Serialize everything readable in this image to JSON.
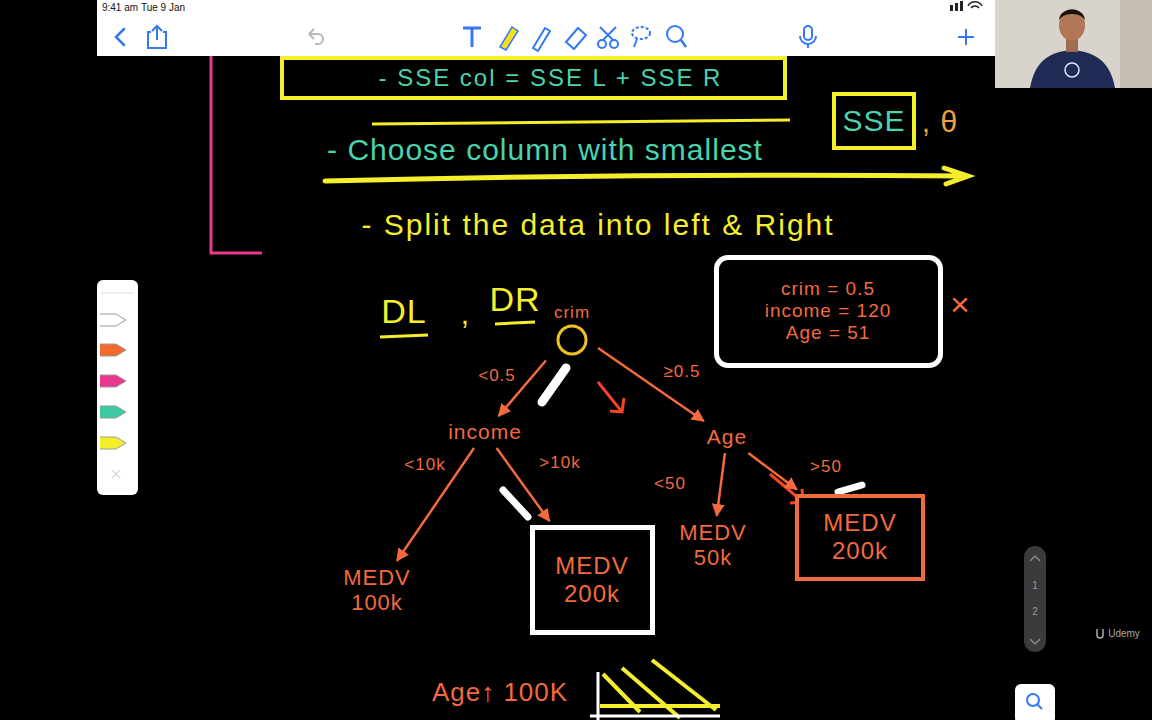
{
  "diagram": {
    "nodes": [
      {
        "text": [
          "- SSE col = SSE L + SSE R"
        ]
      },
      {
        "text": [
          "SSE"
        ]
      },
      {
        "text": [
          "crim = 0.5",
          "income = 120",
          "Age = 51"
        ]
      },
      {
        "text": [
          "crim"
        ]
      },
      {
        "text": [
          "income"
        ]
      },
      {
        "text": [
          "Age"
        ]
      },
      {
        "text": [
          "MEDV 100k"
        ]
      },
      {
        "text": [
          "MEDV 200k"
        ]
      },
      {
        "text": [
          "MEDV 50k"
        ]
      },
      {
        "text": [
          "MEDV 200k"
        ]
      }
    ],
    "edges": [
      {
        "from": 3,
        "to": 4,
        "label": "<0.5",
        "arrow": "to"
      },
      {
        "from": 3,
        "to": 5,
        "label": "≥0.5",
        "arrow": "to"
      },
      {
        "from": 4,
        "to": 6,
        "label": "<10k",
        "arrow": "to"
      },
      {
        "from": 4,
        "to": 7,
        "label": ">10k",
        "arrow": "to"
      },
      {
        "from": 5,
        "to": 8,
        "label": "<50",
        "arrow": "to"
      },
      {
        "from": 5,
        "to": 9,
        "label": ">50",
        "arrow": "to"
      }
    ],
    "labels": [
      "9:41 am",
      "Tue 9 Jan",
      "- Choose column with smallest",
      ", θ",
      "- Split the data into left & Right",
      "DL",
      ",",
      "DR",
      "×",
      "Age↑ 100K",
      "1",
      "2",
      "Udemy"
    ]
  }
}
